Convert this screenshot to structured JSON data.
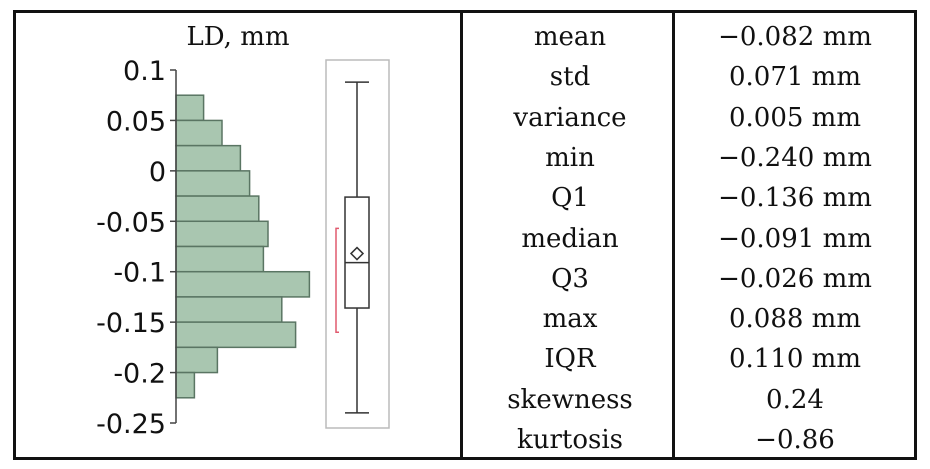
{
  "chart_data": {
    "type": "histogram",
    "title": "LD, mm",
    "orientation": "horizontal",
    "ylim": [
      -0.25,
      0.1
    ],
    "yticks": [
      "0.1",
      "0.05",
      "0",
      "-0.05",
      "-0.1",
      "-0.15",
      "-0.2",
      "-0.25"
    ],
    "ytick_values": [
      0.1,
      0.05,
      0,
      -0.05,
      -0.1,
      -0.15,
      -0.2,
      -0.25
    ],
    "bins": [
      {
        "from": 0.075,
        "to": 0.1,
        "count": 0
      },
      {
        "from": 0.05,
        "to": 0.075,
        "count": 6
      },
      {
        "from": 0.025,
        "to": 0.05,
        "count": 10
      },
      {
        "from": 0.0,
        "to": 0.025,
        "count": 14
      },
      {
        "from": -0.025,
        "to": 0.0,
        "count": 16
      },
      {
        "from": -0.05,
        "to": -0.025,
        "count": 18
      },
      {
        "from": -0.075,
        "to": -0.05,
        "count": 20
      },
      {
        "from": -0.1,
        "to": -0.075,
        "count": 19
      },
      {
        "from": -0.125,
        "to": -0.1,
        "count": 29
      },
      {
        "from": -0.15,
        "to": -0.125,
        "count": 23
      },
      {
        "from": -0.175,
        "to": -0.15,
        "count": 26
      },
      {
        "from": -0.2,
        "to": -0.175,
        "count": 9
      },
      {
        "from": -0.225,
        "to": -0.2,
        "count": 4
      }
    ],
    "bar_color": "#a9c6b0",
    "bar_edge": "#5a7563",
    "boxplot": {
      "min": -0.24,
      "q1": -0.136,
      "median": -0.091,
      "q3": -0.026,
      "max": 0.088,
      "mean": -0.082,
      "mean_ci": [
        -0.16,
        -0.057
      ],
      "ci_color": "#e05a6e"
    }
  },
  "stats": [
    {
      "label": "mean",
      "value": "−0.082 mm"
    },
    {
      "label": "std",
      "value": "0.071 mm"
    },
    {
      "label": "variance",
      "value": "0.005 mm"
    },
    {
      "label": "min",
      "value": "−0.240 mm"
    },
    {
      "label": "Q1",
      "value": "−0.136 mm"
    },
    {
      "label": "median",
      "value": "−0.091 mm"
    },
    {
      "label": "Q3",
      "value": "−0.026 mm"
    },
    {
      "label": "max",
      "value": "0.088 mm"
    },
    {
      "label": "IQR",
      "value": "0.110 mm"
    },
    {
      "label": "skewness",
      "value": "0.24"
    },
    {
      "label": "kurtosis",
      "value": "−0.86"
    }
  ]
}
